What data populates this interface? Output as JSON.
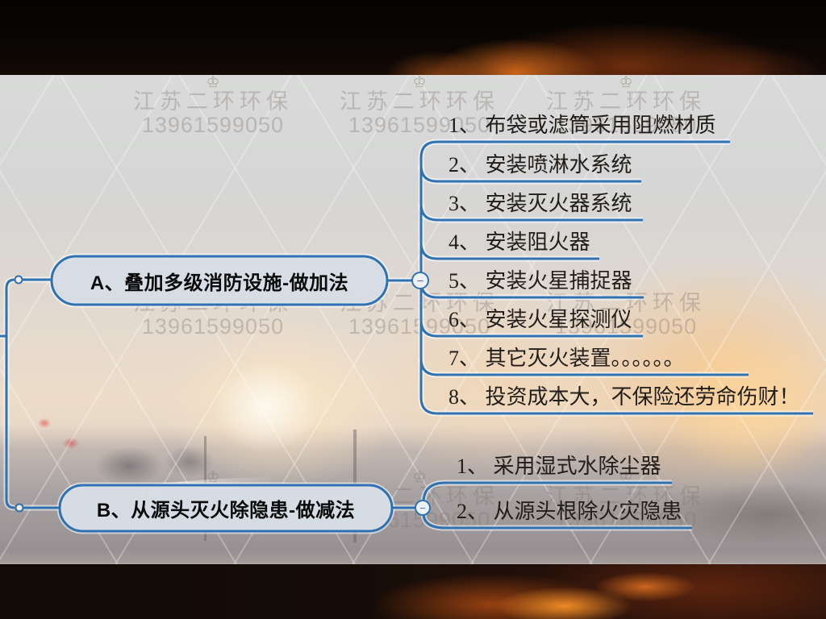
{
  "watermark": {
    "crown": "♔",
    "company": "江苏二环环保",
    "phone": "13961599050"
  },
  "icons": {
    "collapse_minus": "−"
  },
  "colors": {
    "branch_line": "#2e72b2",
    "node_fill": "#d7dde4",
    "topic_text": "#211d1a"
  },
  "mindmap": {
    "branch_a": {
      "title": "A、叠加多级消防设施-做加法",
      "items": [
        "1、 布袋或滤筒采用阻燃材质",
        "2、 安装喷淋水系统",
        "3、 安装灭火器系统",
        "4、 安装阻火器",
        "5、 安装火星捕捉器",
        "6、 安装火星探测仪",
        "7、 其它灭火装置。。。。。。",
        "8、 投资成本大，不保险还劳命伤财！"
      ]
    },
    "branch_b": {
      "title": "B、从源头灭火除隐患-做减法",
      "items": [
        "1、 采用湿式水除尘器",
        "2、 从源头根除火灾隐患"
      ]
    }
  }
}
